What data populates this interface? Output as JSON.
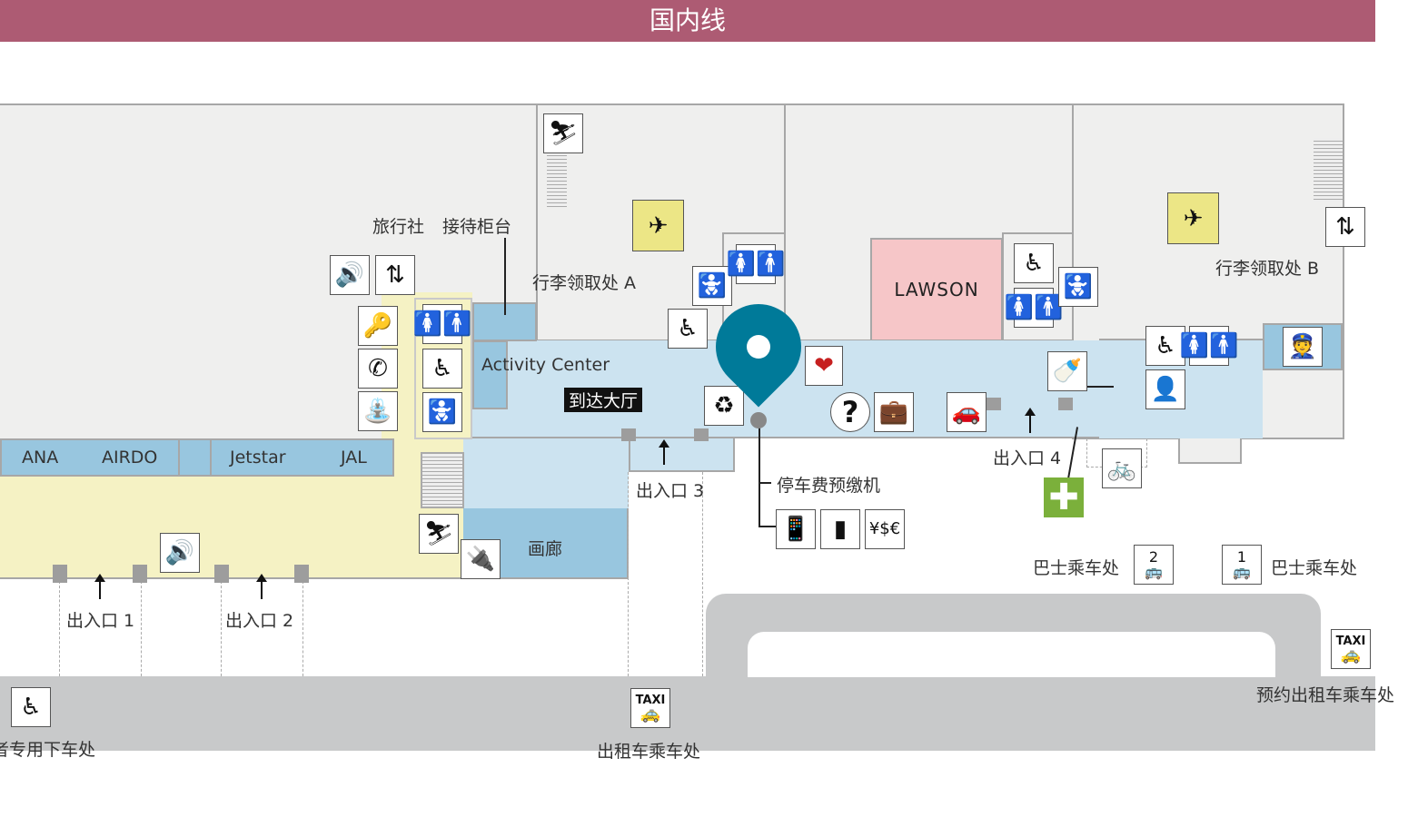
{
  "header": {
    "title": "国内线"
  },
  "areas": {
    "travel_agency": "旅行社",
    "reception": "接待柜台",
    "baggage_a": "行李领取处 A",
    "baggage_b": "行李领取处 B",
    "activity_center": "Activity Center",
    "arrival_hall": "到达大厅",
    "lawson": "LAWSON",
    "gallery": "画廊",
    "parking_machine": "停车费预缴机"
  },
  "airlines": [
    "ANA",
    "AIRDO",
    "Jetstar",
    "JAL"
  ],
  "exits": [
    "出入口 1",
    "出入口 2",
    "出入口 3",
    "出入口 4"
  ],
  "transport": {
    "bus_2": "巴士乘车处",
    "bus_1": "巴士乘车处",
    "bus_2_num": "2",
    "bus_1_num": "1",
    "taxi": "出租车乘车处",
    "reserved_taxi": "预约出租车乘车处",
    "taxi_sign": "TAXI",
    "accessible_dropoff": "残障者专用下车处"
  },
  "colors": {
    "header": "#ad5b73",
    "corridor": "#cce3f0",
    "blue_zone": "#98c6df",
    "yellow_zone": "#f5f2c4",
    "lawson": "#f6c6c8",
    "pin": "#007a99",
    "first_aid": "#7bb03b"
  }
}
